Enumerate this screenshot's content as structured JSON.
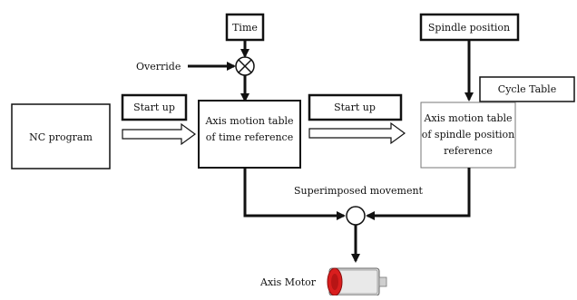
{
  "blocks": {
    "time": "Time",
    "spindle_position": "Spindle position",
    "nc_program": "NC program",
    "start_up_left": "Start up",
    "start_up_right": "Start up",
    "axis_table_time_line1": "Axis motion table",
    "axis_table_time_line2": "of time reference",
    "axis_table_spindle_line1": "Axis motion table",
    "axis_table_spindle_line2": "of spindle position",
    "axis_table_spindle_line3": "reference",
    "cycle_table": "Cycle Table"
  },
  "labels": {
    "override": "Override",
    "superimposed_movement": "Superimposed movement",
    "axis_motor": "Axis Motor"
  },
  "colors": {
    "line": "#111111",
    "motor_red": "#d91e1e",
    "motor_gray": "#cfcfcf"
  },
  "icons": {
    "multiplier": "circle-x-junction",
    "summing": "circle-summing-junction",
    "motor": "motor-icon"
  }
}
